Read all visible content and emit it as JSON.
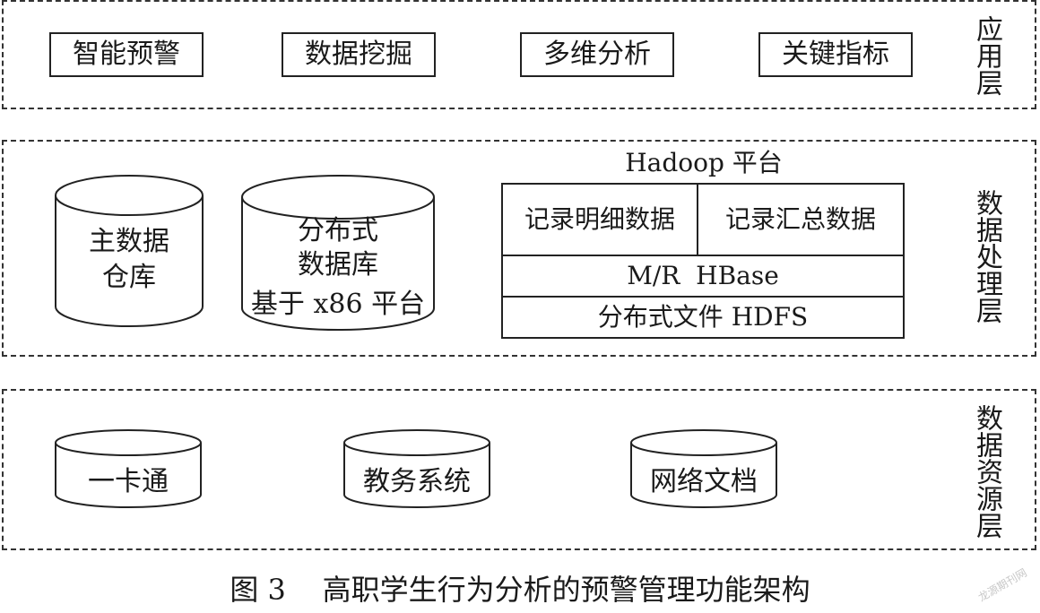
{
  "layers": {
    "application": {
      "label": "应用层",
      "items": [
        "智能预警",
        "数据挖掘",
        "多维分析",
        "关键指标"
      ]
    },
    "processing": {
      "label": "数据处理层",
      "main_warehouse": {
        "line1": "主数据",
        "line2": "仓库"
      },
      "distributed_db": {
        "line1": "分布式",
        "line2": "数据库",
        "line3": "基于 x86 平台"
      },
      "hadoop": {
        "title": "Hadoop 平台",
        "detail": "记录明细数据",
        "summary": "记录汇总数据",
        "mr_hbase": "M/R  HBase",
        "hdfs": "分布式文件 HDFS"
      }
    },
    "resource": {
      "label": "数据资源层",
      "items": [
        "一卡通",
        "教务系统",
        "网络文档"
      ]
    }
  },
  "caption": "图 3    高职学生行为分析的预警管理功能架构",
  "watermark": "龙源期刊网"
}
